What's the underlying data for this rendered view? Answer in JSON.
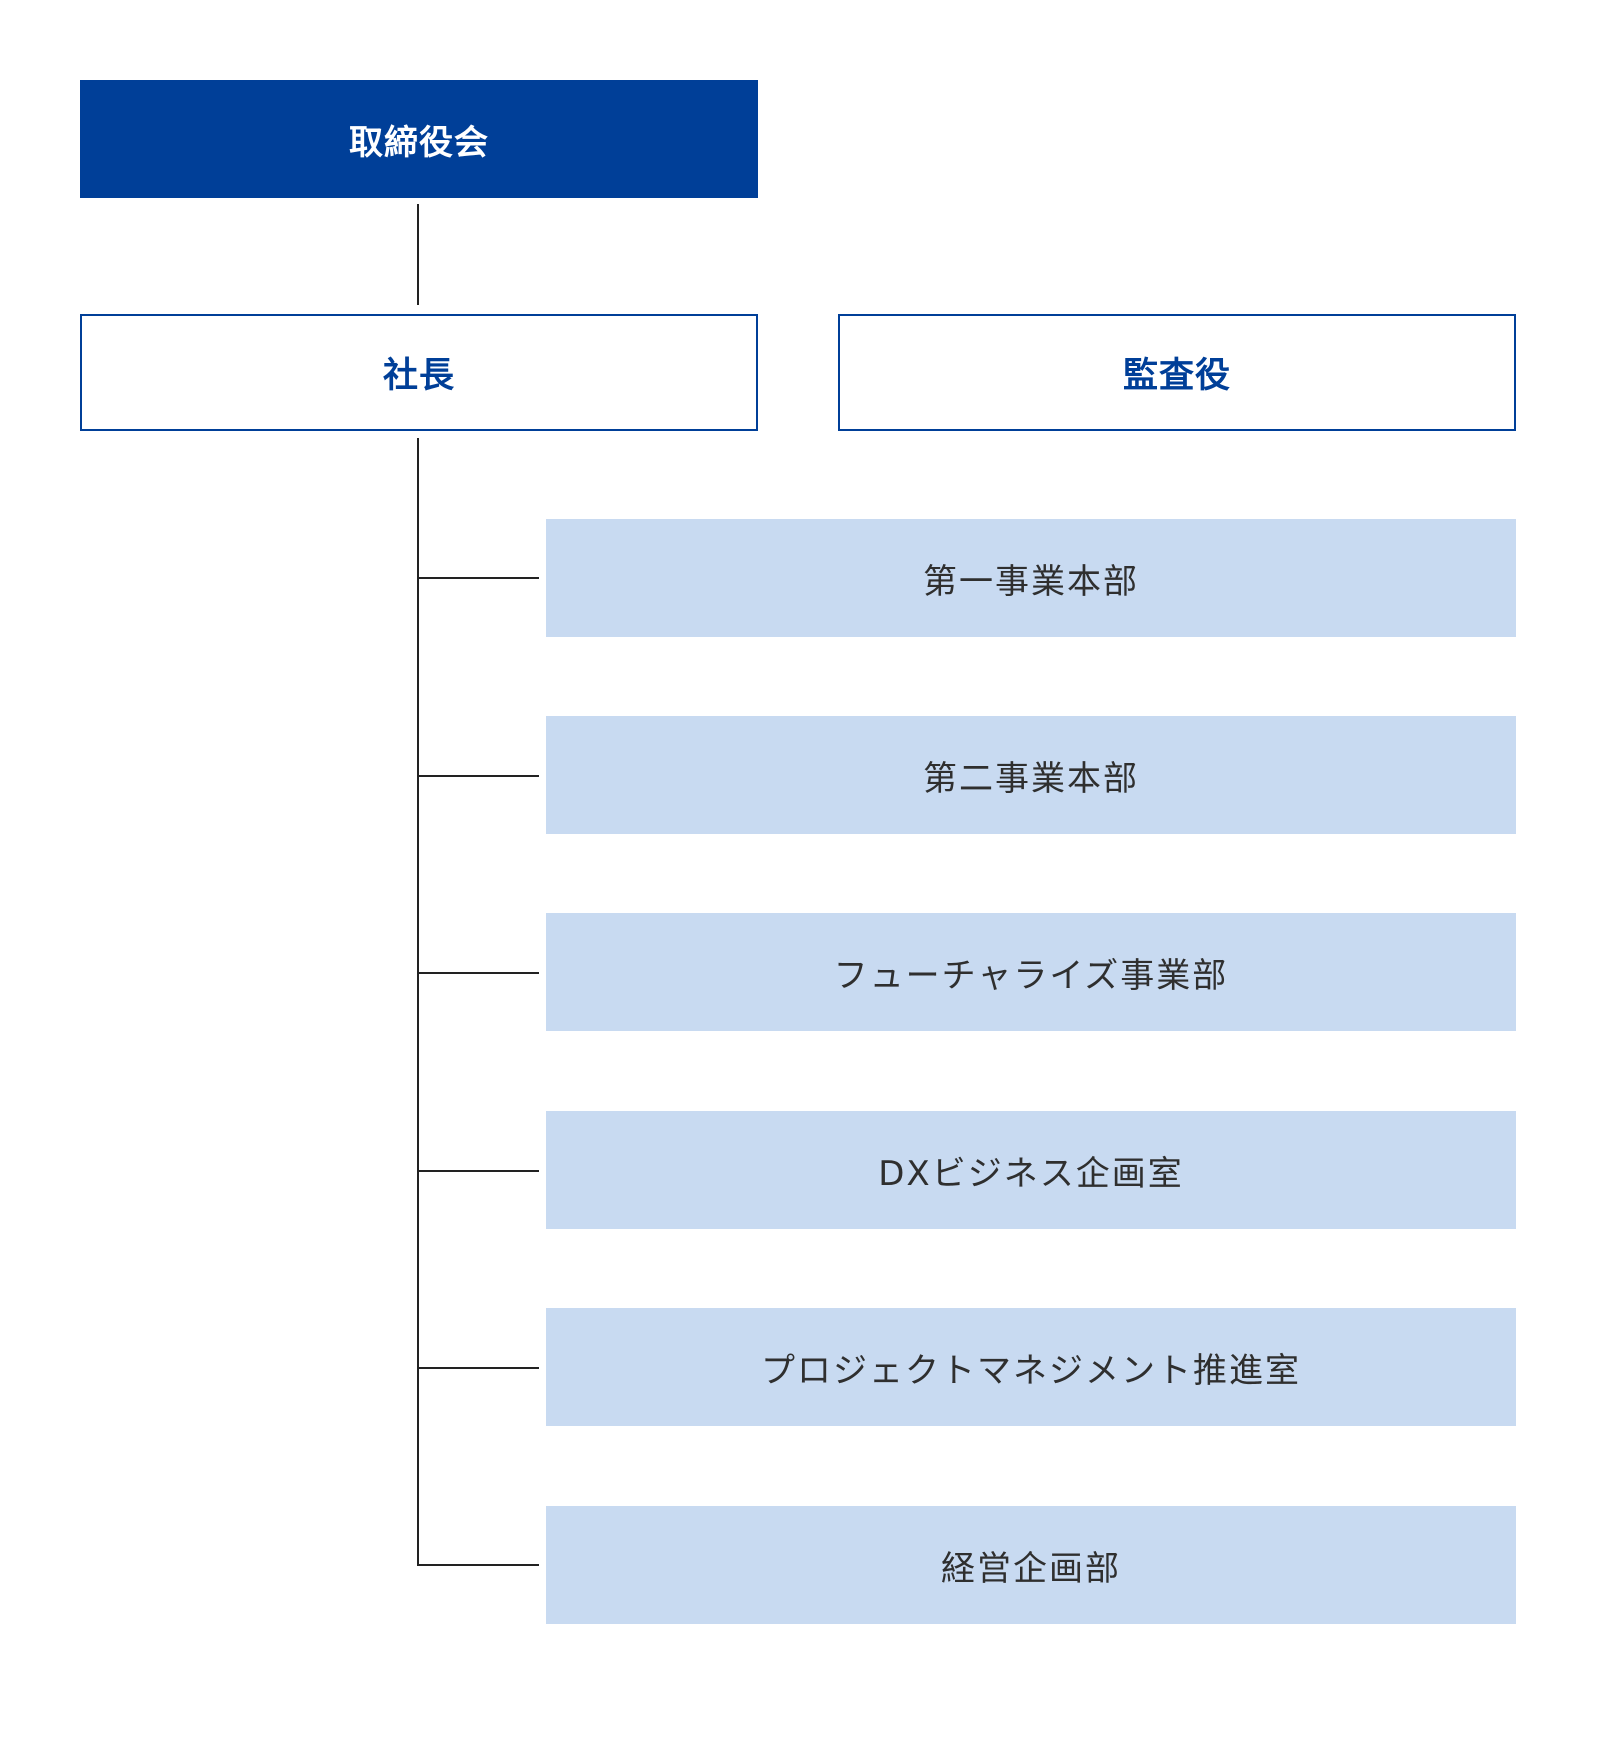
{
  "org_chart": {
    "board": {
      "label": "取締役会"
    },
    "president": {
      "label": "社長"
    },
    "auditor": {
      "label": "監査役"
    },
    "departments": [
      {
        "label": "第一事業本部"
      },
      {
        "label": "第二事業本部"
      },
      {
        "label": "フューチャライズ事業部"
      },
      {
        "label": "DXビジネス企画室"
      },
      {
        "label": "プロジェクトマネジメント推進室"
      },
      {
        "label": "経営企画部"
      }
    ]
  },
  "colors": {
    "primary_blue": "#003f98",
    "department_fill": "#c8daf1",
    "connector": "#222222",
    "department_text": "#2f2f2f"
  }
}
